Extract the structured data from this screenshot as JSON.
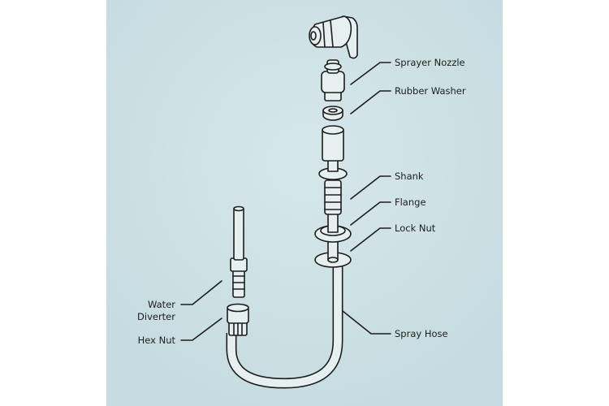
{
  "colors": {
    "panel": "#cfe2e5",
    "ink": "#1d1d1d",
    "part_fill": "#e6f0f1"
  },
  "labels": {
    "sprayer_nozzle": "Sprayer Nozzle",
    "rubber_washer": "Rubber Washer",
    "shank": "Shank",
    "flange": "Flange",
    "lock_nut": "Lock Nut",
    "spray_hose": "Spray Hose",
    "water_diverter_1": "Water",
    "water_diverter_2": "Diverter",
    "hex_nut": "Hex Nut"
  }
}
